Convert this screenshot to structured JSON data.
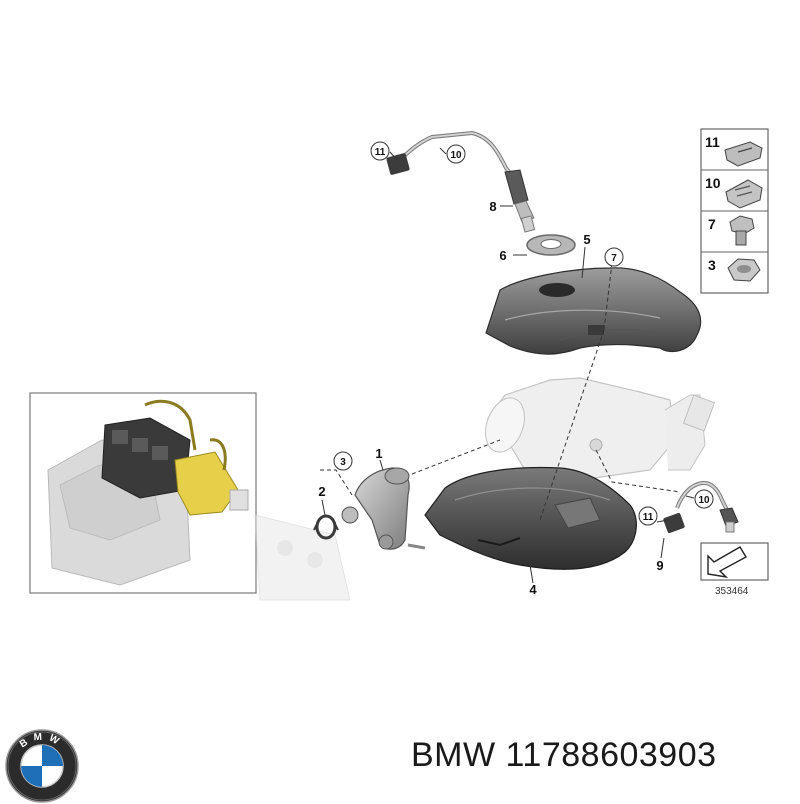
{
  "diagram": {
    "callouts": [
      {
        "id": "c-11-top",
        "label": "11"
      },
      {
        "id": "c-10-top",
        "label": "10"
      },
      {
        "id": "c-8",
        "label": "8"
      },
      {
        "id": "c-6",
        "label": "6"
      },
      {
        "id": "c-5",
        "label": "5"
      },
      {
        "id": "c-7-shield",
        "label": "7"
      },
      {
        "id": "c-3-main",
        "label": "3"
      },
      {
        "id": "c-1",
        "label": "1"
      },
      {
        "id": "c-2",
        "label": "2"
      },
      {
        "id": "c-4",
        "label": "4"
      },
      {
        "id": "c-11-bottom",
        "label": "11"
      },
      {
        "id": "c-10-bottom",
        "label": "10"
      },
      {
        "id": "c-9",
        "label": "9"
      }
    ],
    "legend": [
      {
        "label": "11",
        "part": "clip-icon"
      },
      {
        "label": "10",
        "part": "clamp-icon"
      },
      {
        "label": "7",
        "part": "bolt-icon"
      },
      {
        "label": "3",
        "part": "nut-icon"
      }
    ],
    "diagram_number": "353464"
  },
  "footer": {
    "brand": "BMW",
    "part_number": "11788603903",
    "logo_text": "BMW"
  }
}
